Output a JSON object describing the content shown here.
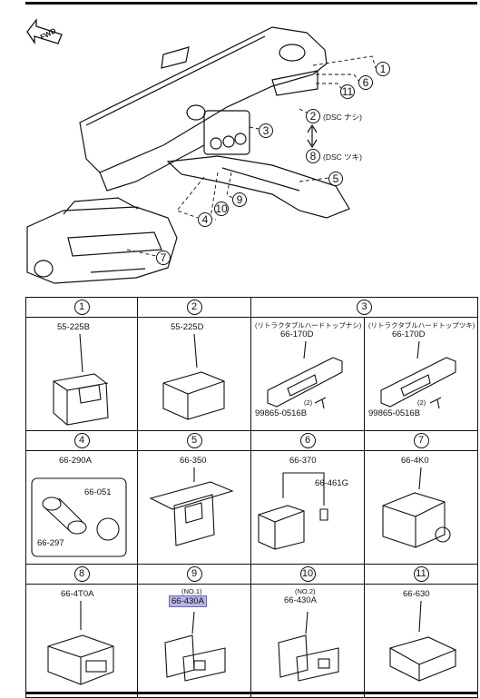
{
  "overview": {
    "fwd_label": "FWD",
    "callouts": [
      "1",
      "6",
      "11",
      "3",
      "2",
      "8",
      "5",
      "9",
      "10",
      "4",
      "7"
    ],
    "dsc_notes": {
      "without": "(DSC ナシ)",
      "with": "(DSC ツキ)"
    }
  },
  "parts": [
    {
      "index": "1",
      "part_numbers": [
        "55-225B"
      ]
    },
    {
      "index": "2",
      "part_numbers": [
        "55-225D"
      ]
    },
    {
      "index": "3",
      "variants": [
        {
          "note": "(リトラクタブルハードトップナシ)",
          "part_number": "66-170D",
          "bolt_qty": "(2)",
          "bolt": "99865-0516B"
        },
        {
          "note": "(リトラクタブルハードトップツキ)",
          "part_number": "66-170D",
          "bolt_qty": "(2)",
          "bolt": "99865-0516B"
        }
      ]
    },
    {
      "index": "4",
      "part_numbers": [
        "66-290A",
        "66-051",
        "66-297"
      ]
    },
    {
      "index": "5",
      "part_numbers": [
        "66-350"
      ]
    },
    {
      "index": "6",
      "part_numbers": [
        "66-370",
        "66-461G"
      ]
    },
    {
      "index": "7",
      "part_numbers": [
        "66-4K0"
      ]
    },
    {
      "index": "8",
      "part_numbers": [
        "66-4T0A"
      ]
    },
    {
      "index": "9",
      "note": "(NO.1)",
      "part_numbers": [
        "66-430A"
      ],
      "highlighted": true
    },
    {
      "index": "10",
      "note": "(NO.2)",
      "part_numbers": [
        "66-430A"
      ]
    },
    {
      "index": "11",
      "part_numbers": [
        "66-630"
      ]
    }
  ]
}
